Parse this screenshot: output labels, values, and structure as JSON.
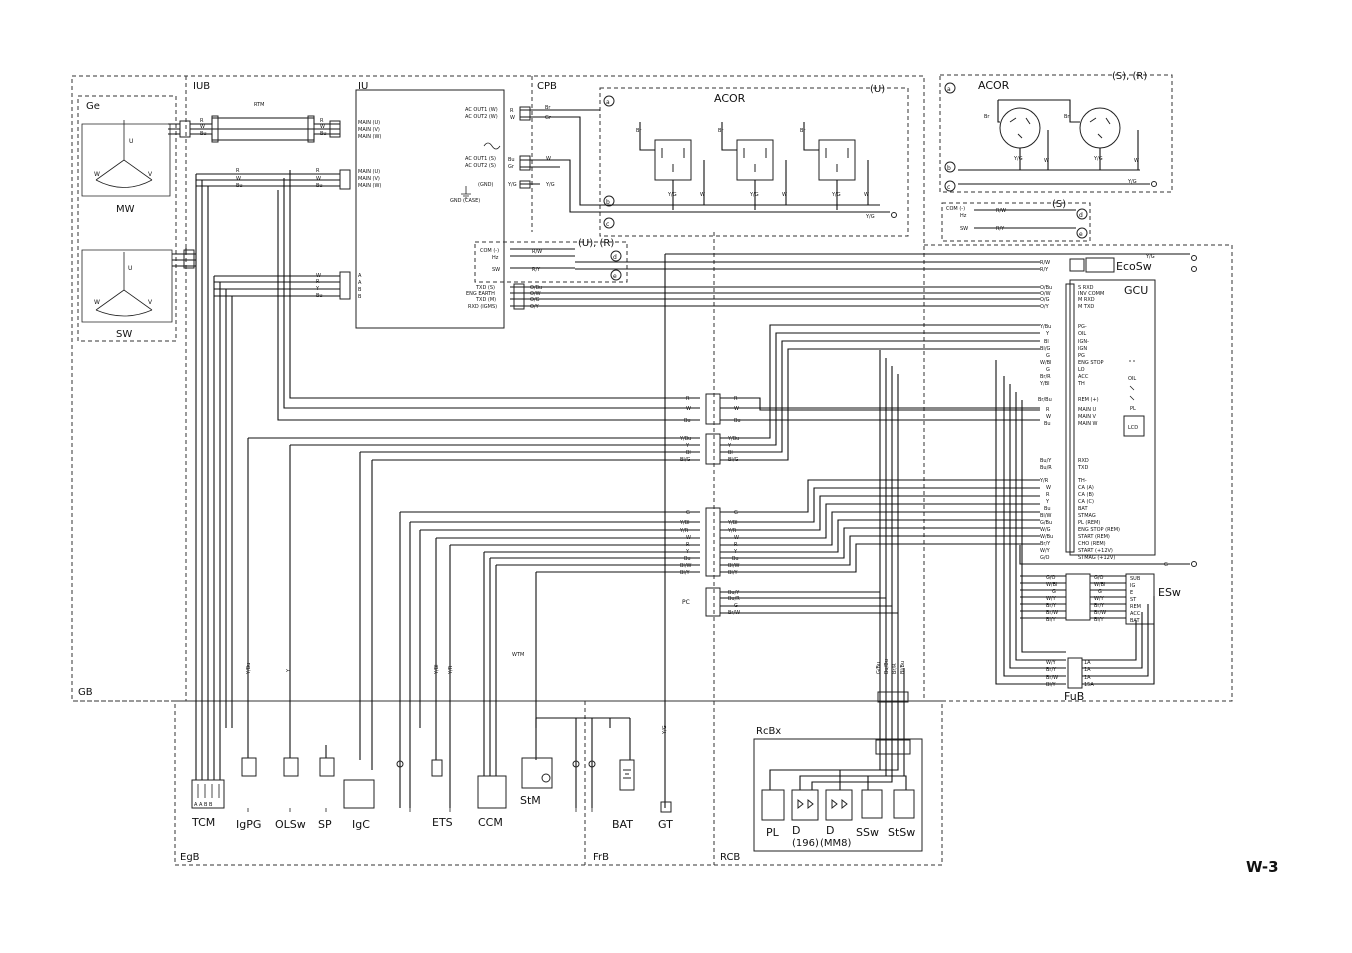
{
  "areas": {
    "ge": "Ge",
    "iub": "IUB",
    "iu": "IU",
    "cpb": "CPB",
    "gb": "GB",
    "egb": "EgB",
    "frb": "FrB",
    "rcb": "RCB",
    "rcbx": "RcBx",
    "gcu": "GCU",
    "esw": "ESw",
    "fub": "FuB",
    "ecosw": "EcoSw"
  },
  "acor": {
    "u_title": "ACOR",
    "u_variant": "(U)",
    "sr_title": "ACOR",
    "sr_variant": "(S), (R)",
    "s_variant": "(S)",
    "ur_variant": "(U), (R)"
  },
  "circles": {
    "a": "a",
    "b": "b",
    "c": "c",
    "d": "d",
    "e": "e"
  },
  "generator": {
    "mw": "MW",
    "sw": "SW",
    "u": "U",
    "v": "V",
    "w": "W"
  },
  "iu_terminals": {
    "main_u": "MAIN (U)",
    "main_v": "MAIN (V)",
    "main_w": "MAIN (W)",
    "a": "A",
    "b": "B",
    "ac_out1_w": "AC OUT1 (W)",
    "ac_out2_w": "AC OUT2 (W)",
    "ac_out1_s": "AC OUT1 (S)",
    "ac_out2_s": "AC OUT2 (S)",
    "gnd": "(GND)",
    "gnd_case": "GND (CASE)",
    "com": "COM (-)",
    "hz": "Hz",
    "sw": "SW",
    "txd_s": "TXD (S)",
    "eng_earth": "ENG EARTH",
    "txd_m": "TXD (M)",
    "rxd_igms": "RXD (IGMS)"
  },
  "gcu_terminals": [
    "S RXD",
    "INV COMM",
    "M RXD",
    "M TXD",
    "PG-",
    "OIL",
    "IGN-",
    "IGN",
    "PG",
    "ENG STOP",
    "LO",
    "ACC",
    "TH",
    "REM (+)",
    "MAIN U",
    "MAIN V",
    "MAIN W",
    "RXD",
    "TXD",
    "TH-",
    "CA (A)",
    "CA (B)",
    "CA (C)",
    "BAT",
    "STMAG",
    "PL (REM)",
    "ENG STOP (REM)",
    "START (REM)",
    "CHO (REM)",
    "START (+12V)",
    "STMAG (+12V)"
  ],
  "gcu_indicators": {
    "oil": "OIL",
    "pl": "PL",
    "lcd": "LCD"
  },
  "esw_terminals": [
    "SUB",
    "IG",
    "E",
    "ST",
    "REM",
    "ACC",
    "BAT"
  ],
  "fuses": [
    "1A",
    "1A",
    "1A",
    "15A"
  ],
  "wires": {
    "r": "R",
    "w": "W",
    "bu": "Bu",
    "y": "Y",
    "g": "G",
    "bl": "Bl",
    "gr": "Gr",
    "br": "Br",
    "yg": "Y/G",
    "rw": "R/W",
    "ry": "R/Y",
    "go": "G/O",
    "ow": "O/W",
    "obu": "O/Bu",
    "og": "O/G",
    "oy": "O/Y",
    "ybu": "Y/Bu",
    "ybl": "Y/Bl",
    "yr": "Y/R",
    "wbl": "W/Bl",
    "wy": "W/Y",
    "wg": "W/G",
    "wbu": "W/Bu",
    "blg": "Bl/G",
    "blw": "Bl/W",
    "bly": "Bl/Y",
    "bry": "Br/Y",
    "brbu": "Br/Bu",
    "brw": "Br/W",
    "bur": "Bu/R",
    "buy": "Bu/Y",
    "bubl": "Bu/Bl",
    "gbu": "G/Bu",
    "bubu": "Bu/Bu",
    "brr": "Br/R",
    "blbu": "Bl/Bu"
  },
  "components": {
    "tcm": "TCM",
    "igpg": "IgPG",
    "olsw": "OLSw",
    "sp": "SP",
    "igc": "IgC",
    "ets": "ETS",
    "ccm": "CCM",
    "stm": "StM",
    "bat": "BAT",
    "gt": "GT",
    "pl": "PL",
    "d196": "D",
    "d196_sub": "(196)",
    "dmm8": "D",
    "dmm8_sub": "(MM8)",
    "ssw": "SSw",
    "stsw": "StSw",
    "rtm": "RTM",
    "wtm": "WTM",
    "pc": "PC",
    "tcm_pins": "A  A  B  B"
  },
  "page_label": "W-3"
}
